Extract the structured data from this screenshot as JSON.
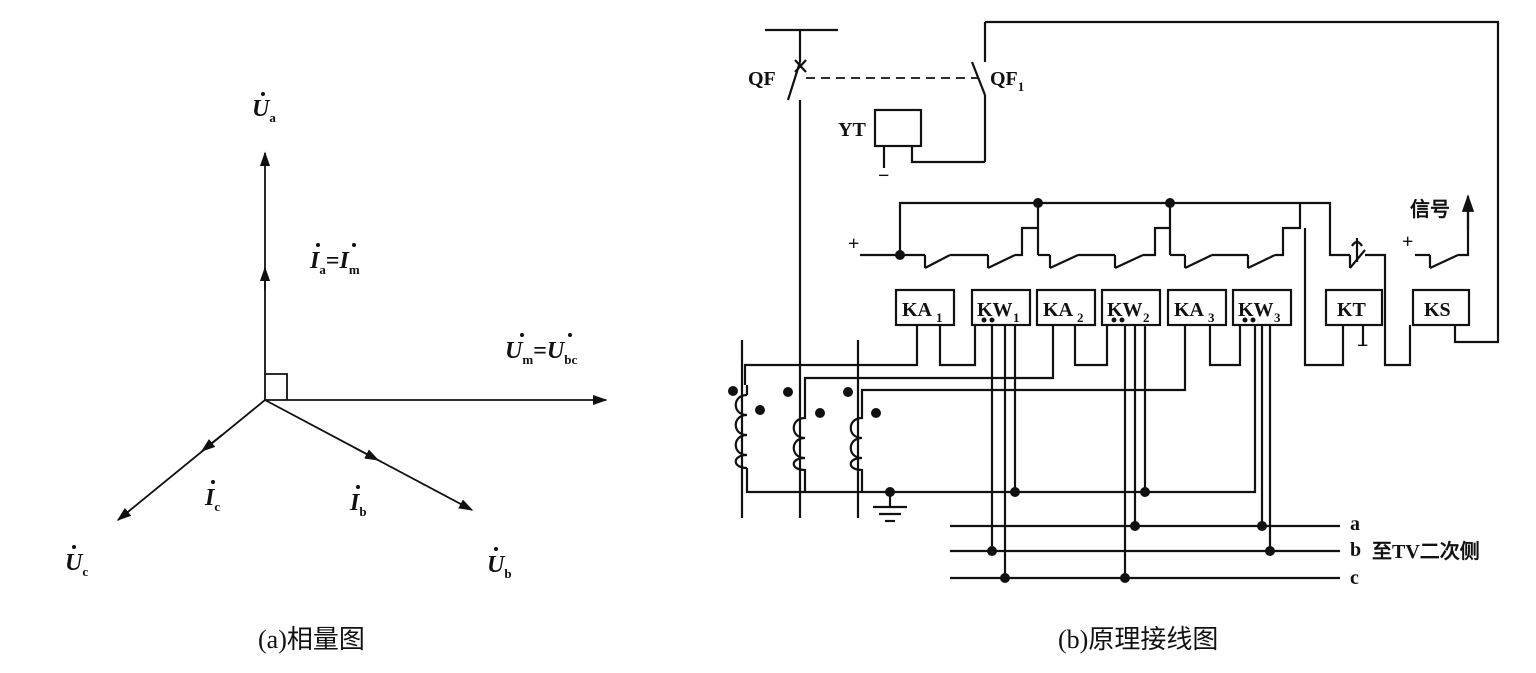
{
  "phasor_diagram": {
    "caption": "(a)相量图",
    "labels": {
      "ua": "U",
      "ua_sub": "a",
      "ia_im_1": "I",
      "ia_im_1_sub": "a",
      "ia_im_eq": "=",
      "ia_im_2": "I",
      "ia_im_2_sub": "m",
      "um_ubc_1": "U",
      "um_ubc_1_sub": "m",
      "um_ubc_eq": "=",
      "um_ubc_2": "U",
      "um_ubc_2_sub": "bc",
      "ic": "I",
      "ic_sub": "c",
      "ib": "I",
      "ib_sub": "b",
      "uc": "U",
      "uc_sub": "c",
      "ub": "U",
      "ub_sub": "b"
    }
  },
  "circuit_diagram": {
    "caption": "(b)原理接线图",
    "labels": {
      "qf": "QF",
      "qf1": "QF",
      "qf1_sub": "1",
      "yt": "YT",
      "minus_yt": "−",
      "plus_left": "+",
      "plus_right": "+",
      "signal": "信号",
      "minus_kt": "−",
      "ka1": "KA",
      "ka1_sub": "1",
      "kw1": "KW",
      "kw1_sub": "1",
      "ka2": "KA",
      "ka2_sub": "2",
      "kw2": "KW",
      "kw2_sub": "2",
      "ka3": "KA",
      "ka3_sub": "3",
      "kw3": "KW",
      "kw3_sub": "3",
      "kt": "KT",
      "ks": "KS",
      "bus_a": "a",
      "bus_b": "b",
      "bus_c": "c",
      "to_tv": "至TV二次侧"
    }
  }
}
